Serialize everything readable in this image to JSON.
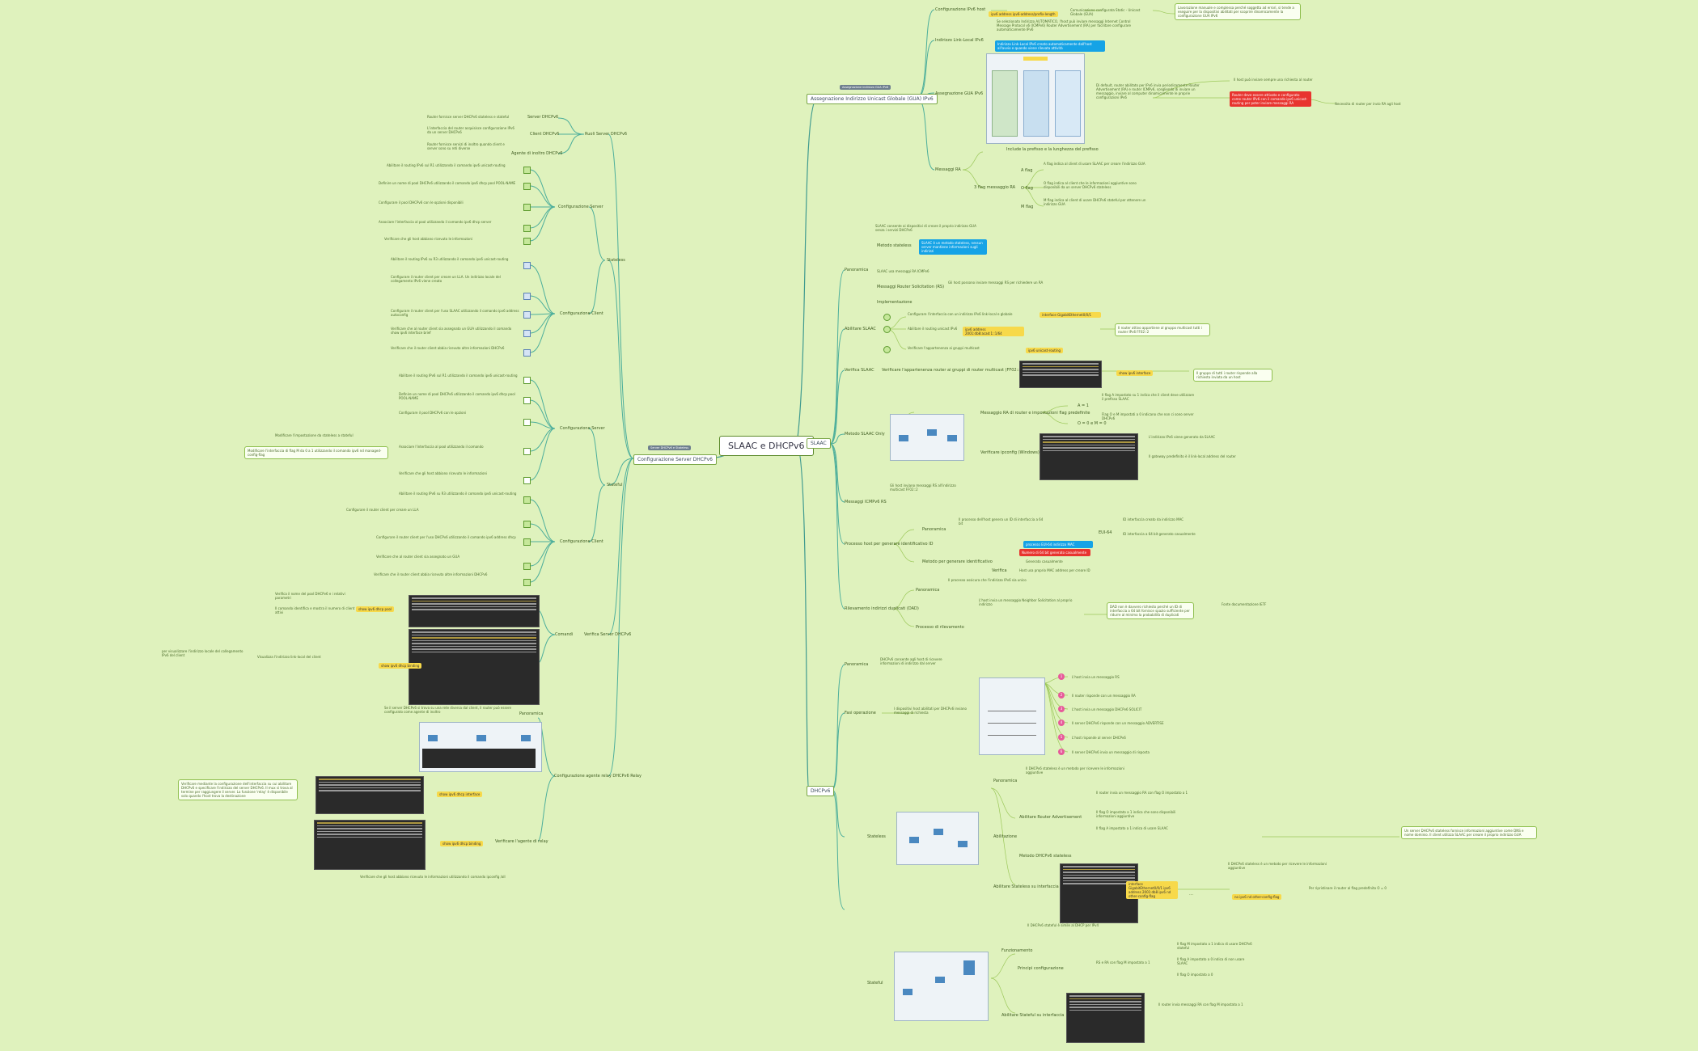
{
  "root": {
    "title": "SLAAC e DHCPv6"
  },
  "branches": {
    "slaac": "SLAAC",
    "dhcpv6": "DHCPv6",
    "config": "Configurazione Server DHCPv6",
    "global": "Assegnazione Indirizzo Unicast Globale (GUA) IPv6"
  },
  "tags": {
    "global_tag": "Assegnazione indirizzo GUA IPv6",
    "config_tag": "Server DHCPv6 e Stateless"
  },
  "right_top": {
    "config_ipv6": "Configurazione IPv6 host",
    "highlight_ipconfig": "ipv6 address ipv6-address/prefix-length",
    "note_ipconfig": "Comunicazione configurata Static - Unicast Globale (GUA)",
    "note_long": "Lavorazione manuale e complessa perché soggetta ad errori, si tende a eseguire per la dispositivi abilitati per scoprire dinamicamente la configurazione GUA IPv6",
    "local_link": "Indirizzo Link-Local IPv6",
    "local_link_desc": "Se selezionato Indirizzo AUTOMATICO, l'host può inviare messaggi Internet Control Message Protocol v6 (ICMPv6) Router Advertisement (RA) per facilitare configurare automaticamente IPv6",
    "blue_note": "Indirizzo Link-Local IPv6 creato automaticamente dall'host all'avvio e quando viene rilevata attività",
    "assign_gua": "Assegnazione GUA IPv6",
    "assign_desc": "Di default, router abilitato per IPv6 invia periodicamente Router Advertisement (RA) e router ICMPv6, scegliendo di inviare un messaggio, inviare al computer dinamicamente le proprie configurazioni IPv6",
    "ra_ok": "Il host può inviare sempre una richiesta al router",
    "red_note": "Router deve essere attivato e configurato come router IPv6 con il comando ipv6 unicast-routing per poter inviare messaggi RA",
    "ra_note": "Necessita di router per invio RA agli host",
    "ra_messages": "Messaggi RA",
    "ra_desc": "Include la prefisso e la lunghezza del prefisso",
    "ra_flags": "3 flag messaggio RA",
    "a_flag": "A flag",
    "a_desc": "A flag indica al client di usare SLAAC per creare l'indirizzo GUA",
    "o_flag": "O flag",
    "o_desc": "O flag indica al client che le informazioni aggiuntive sono disponibili da un server DHCPv6 stateless",
    "m_flag": "M flag",
    "m_desc": "M flag indica al client di usare DHCPv6 stateful per ottenere un indirizzo GUA"
  },
  "slaac_section": {
    "overview": "Panoramica",
    "overview_desc": "SLAAC consente ai dispositivi di creare il proprio indirizzo GUA senza i servizi DHCPv6",
    "stateless": "Metodo stateless",
    "blue_stateless": "SLAAC è un metodo stateless, nessun server mantiene informazioni sugli indirizzi",
    "slaac_info": "SLAAC usa messaggi RA ICMPv6",
    "ra_rs": "Messaggi Router Solicitation (RS)",
    "ra_rs_desc": "Gli host possono inviare messaggi RS per richiedere un RA",
    "implementation": "Implementazione",
    "enable_slaac": "Abilitare SLAAC",
    "step1": "Configurare l'interfaccia con un indirizzo IPv6 link-local e globale",
    "step2": "Abilitare il routing unicast IPv6",
    "step3": "Verificare l'appartenenza ai gruppi multicast",
    "hl_int": "interface GigabitEthernet0/0/1",
    "hl_ipv6": "ipv6 address 2001:db8:acad:1::1/64",
    "hl_routing": "ipv6 unicast-routing",
    "hl_show": "show ipv6 interface",
    "verify": "Verifica SLAAC",
    "verify_desc": "Verificare l'appartenenza router ai gruppi di router multicast (FF02::2)",
    "router_note": "Il router attivo appartiene al gruppo multicast tutti i router IPv6 FF02::2",
    "show_group": "Il gruppo di tutti i router risponde alla richiesta inviata da un host",
    "only_slaac": "Metodo SLAAC Only",
    "only_flags": "Messaggio RA di router e impostazioni flag predefinite",
    "a1": "A = 1",
    "a1_desc": "Il flag A impostato su 1 indica che il client deve utilizzare il prefisso SLAAC",
    "flags_off": "O = 0 e M = 0",
    "flags_off_desc": "Flag O e M impostati a 0 indicano che non ci sono server DHCPv6",
    "verify_ipconfig": "Verificare ipconfig (Windows)",
    "ipconfig_desc": "L'indirizzo IPv6 viene generato da SLAAC",
    "gateway_desc": "Il gateway predefinito è il link-local address del router",
    "rs_messages": "Messaggi ICMPv6 RS",
    "rs_desc": "Gli host inviano messaggi RS all'indirizzo multicast FF02::2",
    "id_process": "Processo host per generare identificativo ID",
    "panorama2": "Panoramica",
    "id_desc": "Il processo dell'host genera un ID di interfaccia a 64 bit",
    "eui": "EUI-64",
    "eui_desc": "ID interfaccia creato da indirizzo MAC",
    "random": "Generato casualmente",
    "random_desc": "ID interfaccia a 64 bit generato casualmente",
    "hl_eui": "processo EUI-64 indirizzo MAC",
    "red_random": "Numero di 64 bit generato casualmente",
    "random_method": "Metodo per generare identificativo",
    "verify_id": "Verifica",
    "verify_id_desc": "Host usa proprio MAC address per creare ID",
    "dad": "Rilevamento indirizzi duplicati (DAD)",
    "dad_pan": "Panoramica",
    "dad_desc": "Il processo assicura che l'indirizzo IPv6 sia unico",
    "dad_process": "Processo di rilevamento",
    "dad_proc_desc": "L'host invia un messaggio Neighbor Solicitation al proprio indirizzo",
    "dad_note": "DAD non è davvero richiesto perché un ID di interfaccia a 64 bit fornisce spazio sufficiente per ridurre al minimo la probabilità di duplicati",
    "dad_ref": "Fonte documentazione IETF"
  },
  "dhcp_section": {
    "overview": "Panoramica",
    "overview_desc": "DHCPv6 consente agli host di ricevere informazioni di indirizzo dal server",
    "op_steps": "Fasi operazione",
    "op_desc": "I dispositivi host abilitati per DHCPv6 inviano messaggi di richiesta",
    "s1": "L'host invia un messaggio RS",
    "s2": "Il router risponde con un messaggio RA",
    "s3": "L'host invia un messaggio DHCPv6 SOLICIT",
    "s4": "Il server DHCPv6 risponde con un messaggio ADVERTISE",
    "s5": "L'host risponde al server DHCPv6",
    "s6": "Il server DHCPv6 invia un messaggio di risposta",
    "stateless": "Stateless",
    "stateless_pan": "Panoramica",
    "stateless_desc": "Il DHCPv6 stateless è un metodo per ricevere le informazioni aggiuntive",
    "enable": "Abilitazione",
    "enable_ra": "Abilitare Router Advertisement",
    "enable_desc": "Il router invia un messaggio RA con flag O impostato a 1",
    "flag_o": "Il flag O impostato a 1 indica che sono disponibili informazioni aggiuntive",
    "flag_a": "Il flag A impostato a 1 indica di usare SLAAC",
    "method": "Metodo DHCPv6 stateless",
    "verify_stateless": "Abilitare Stateless su interfaccia",
    "hl_stateless": "interface GigabitEthernet0/0/1 ipv6 address 2001:db8 ipv6 nd other-config-flag",
    "nd_other": "no ipv6 nd other-config-flag",
    "nd_note": "Per ripristinare il router al flag predefinito O = 0",
    "right_note": "Un server DHCPv6 stateless fornisce informazioni aggiuntive come DNS e nome dominio. Il client utilizza SLAAC per creare il proprio indirizzo GUA",
    "stateful": "Stateful",
    "stateful_pan": "Funzionamento",
    "stateful_desc": "Il DHCPv6 stateful è simile al DHCP per IPv4",
    "stateful_config": "Principi configurazione",
    "stateful_rules": "RS e RA con flag M impostato a 1",
    "stateful_m": "Il flag M impostato a 1 indica di usare DHCPv6 stateful",
    "stateful_a0": "Il flag A impostato a 0 indica di non usare SLAAC",
    "stateful_o0": "Il flag O impostato a 0",
    "stateful_verify": "Abilitare Stateful su interfaccia",
    "stateful_note": "Il router invia messaggi RA con flag M impostato a 1"
  },
  "config_section": {
    "roles": "Ruoli Server DHCPv6",
    "server": "Server DHCPv6",
    "server_desc": "Router fornisce server DHCPv6 stateless e stateful",
    "client": "Client DHCPv6",
    "client_desc": "L'interfaccia del router acquisisce configurazione IPv6 da un server DHCPv6",
    "relay": "Agente di inoltro DHCPv6",
    "relay_desc": "Router fornisce servizi di inoltro quando client e server sono su reti diverse",
    "stateless": "Stateless",
    "cfg_server": "Configurazione Server",
    "cs1": "Abilitare il routing IPv6 sul R1 utilizzando il comando ipv6 unicast-routing",
    "cs2": "Definire un nome di pool DHCPv6 utilizzando il comando ipv6 dhcp pool POOL-NAME",
    "cs3": "Configurare il pool DHCPv6 con le opzioni disponibili",
    "cs4": "Associare l'interfaccia al pool utilizzando il comando ipv6 dhcp server",
    "cs5": "Verificare che gli host abbiano ricevuto le informazioni",
    "cfg_client": "Configurazione Client",
    "cc1": "Abilitare il routing IPv6 su R3 utilizzando il comando ipv6 unicast-routing",
    "cc2": "Configurare il router client per creare un LLA. Un indirizzo locale del collegamento IPv6 viene creato",
    "cc3": "Configurare il router client per l'uso SLAAC utilizzando il comando ipv6 address autoconfig",
    "cc4": "Verificare che al router client sia assegnato un GUA utilizzando il comando show ipv6 interface brief",
    "cc5": "Verificare che il router client abbia ricevuto altre informazioni DHCPv6",
    "stateful": "Stateful",
    "sf_server": "Configurazione Server",
    "ss1": "Abilitare il routing IPv6 sul R1 utilizzando il comando ipv6 unicast-routing",
    "ss2": "Definire un nome di pool DHCPv6 utilizzando il comando ipv6 dhcp pool POOL-NAME",
    "ss3": "Configurare il pool DHCPv6 con le opzioni",
    "ss4": "Associare l'interfaccia al pool utilizzando il comando",
    "ss5": "Verificare che gli host abbiano ricevuto le informazioni",
    "sf_note": "Modificare l'impostazione da stateless a stateful",
    "sf_note2": "Modificare l'interfaccia di flag M da 0 a 1 utilizzando il comando ipv6 nd managed-config-flag",
    "sf_client": "Configurazione Client",
    "sc1": "Abilitare il routing IPv6 su R3 utilizzando il comando ipv6 unicast-routing",
    "sc2": "Configurare il router client per creare un LLA",
    "sc3": "Configurare il router client per l'uso DHCPv6 utilizzando il comando ipv6 address dhcp",
    "sc4": "Verificare che al router client sia assegnato un GUA",
    "sc5": "Verificare che il router client abbia ricevuto altre informazioni DHCPv6",
    "verify_server": "Verifica Server DHCPv6",
    "commands": "Comandi",
    "show_pool": "show ipv6 dhcp pool",
    "show_pool_desc": "Verifica il nome del pool DHCPv6 e i relativi parametri",
    "pool_desc2": "Il comando identifica e mostra il numero di client attivi",
    "show_binding": "show ipv6 dhcp binding",
    "binding_desc": "Visualizza l'indirizzo link-local del client",
    "binding_desc2": "per visualizzare l'indirizzo locale del collegamento IPv6 del client",
    "relay_cfg": "Configurazione agente relay DHCPv6 Relay",
    "relay_pan": "Panoramica",
    "relay_pan_desc": "Se il server DHCPv6 si trova su una rete diversa dal client, il router può essere configurato come agente di inoltro",
    "relay_verify": "Verificare l'agente di relay",
    "show_iface": "show ipv6 dhcp interface",
    "show_binding2": "show ipv6 dhcp binding",
    "relay_box": "Verificare mediante la configurazione dell'interfaccia su cui abilitare DHCPv6 e specificare l'indirizzo del server DHCPv6. Il mux si trova al termine per raggiungere il server. La funzione 'relay' è disponibile solo quando l'host trova la destinazione",
    "relay_bottom": "Verificare che gli host abbiano ricevuto le informazioni utilizzando il comando ipconfig /all"
  }
}
